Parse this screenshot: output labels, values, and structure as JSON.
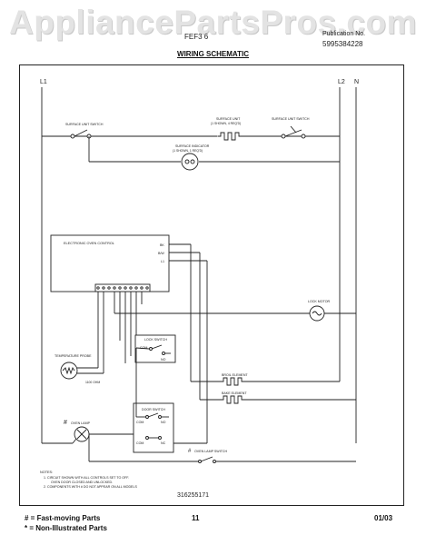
{
  "watermark": "AppliancePartsPros.com",
  "header": {
    "model": "FEF3 6",
    "publication_label": "Publication No.",
    "publication_number": "5995384228",
    "title": "WIRING SCHEMATIC"
  },
  "schematic": {
    "line_l1": "L1",
    "line_l2": "L2",
    "line_n": "N",
    "surface_unit_switch_left": "SURFACE UNIT SWITCH",
    "surface_unit": "SURFACE UNIT",
    "surface_unit_note": "(1 SHOWN, 4 REQ'D)",
    "surface_unit_switch_right": "SURFACE UNIT SWITCH",
    "surface_indicator": "SURFACE INDICATOR",
    "surface_indicator_note": "(1 SHOWN, 1 REQ'D)",
    "electronic_oven_control": "ELECTRONIC OVEN CONTROL",
    "terminal_bk": "BK",
    "terminal_bw": "B/W",
    "terminal_l1": "L1",
    "lock_motor": "LOCK MOTOR",
    "lock_switch": "LOCK SWITCH",
    "com": "COM",
    "no": "NO",
    "nc": "NC",
    "temperature_probe": "TEMPERATURE PROBE",
    "probe_resistance": "1100 OHM",
    "broil_element": "BROIL ELEMENT",
    "bake_element": "BAKE ELEMENT",
    "door_switch": "DOOR SWITCH",
    "oven_lamp": "OVEN LAMP",
    "oven_lamp_switch": "OVEN LAMP SWITCH",
    "notes_heading": "NOTES:",
    "note_1": "1.   CIRCUIT SHOWN WITH ALL CONTROLS SET TO OFF.",
    "note_1b": "OVEN DOOR CLOSED AND UNLOCKED.",
    "note_2": "2.   COMPONENTS WITH  #  DO NOT APPEAR ON ALL MODELS",
    "diagram_number": "316255171"
  },
  "footer": {
    "fast_moving": "#  =  Fast-moving Parts",
    "non_illustrated": "*  =  Non-Illustrated Parts",
    "page": "11",
    "date": "01/03"
  }
}
